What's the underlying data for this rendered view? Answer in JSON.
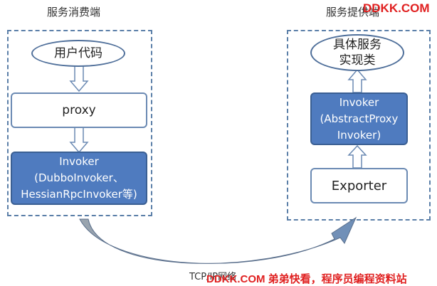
{
  "consumer": {
    "title": "服务消费端",
    "user_code": "用户代码",
    "proxy": "proxy",
    "invoker_lines": [
      "Invoker",
      "(DubboInvoker、",
      "HessianRpcInvoker等)"
    ]
  },
  "provider": {
    "title": "服务提供端",
    "impl_lines": [
      "具体服务",
      "实现类"
    ],
    "invoker_lines": [
      "Invoker",
      "(AbstractProxy",
      "Invoker)"
    ],
    "exporter": "Exporter"
  },
  "network_label": "TCP/IP网络",
  "watermarks": {
    "top": "DDKK.COM",
    "bottom": "DDKK.COM 弟弟快看，程序员编程资料站"
  },
  "colors": {
    "invoker_fill": "#4f7bbf",
    "dashed_border": "#5b7fa8",
    "watermark": "#e02020"
  }
}
